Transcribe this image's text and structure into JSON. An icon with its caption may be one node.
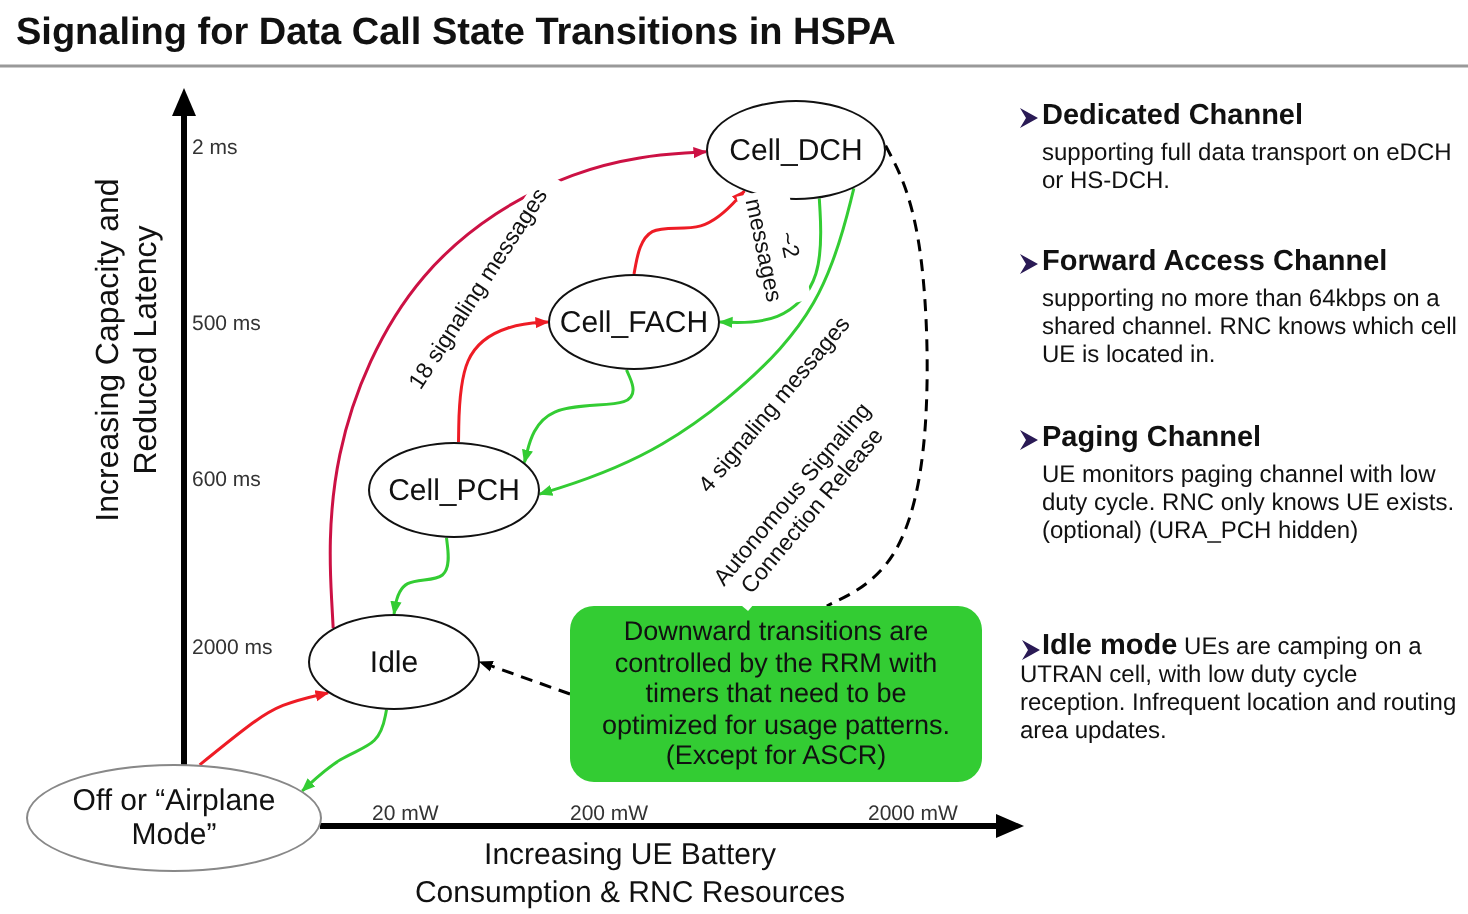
{
  "diagram": {
    "title": "Signaling for Data Call State Transitions in HSPA",
    "nodes": [
      {
        "text": [
          "Cell_DCH"
        ]
      },
      {
        "text": [
          "Cell_FACH"
        ]
      },
      {
        "text": [
          "Cell_PCH"
        ]
      },
      {
        "text": [
          "Idle"
        ]
      },
      {
        "text": [
          "Off or “Airplane Mode”"
        ]
      },
      {
        "text": [
          "Downward transitions are controlled by the RRM with timers that need to be optimized for usage patterns. (Except for ASCR)"
        ]
      }
    ],
    "edges": [
      {
        "from": 4,
        "to": 3,
        "arrow": "to",
        "color": "#ee1c25"
      },
      {
        "from": 3,
        "to": 4,
        "arrow": "to"
      },
      {
        "from": 3,
        "to": 0,
        "arrow": "to",
        "label": "18 signaling messages",
        "color": "#cc1144"
      },
      {
        "from": 2,
        "to": 3,
        "arrow": "to"
      },
      {
        "from": 2,
        "to": 1,
        "arrow": "to",
        "color": "#ee1c25"
      },
      {
        "from": 1,
        "to": 2,
        "arrow": "to"
      },
      {
        "from": 1,
        "to": 0,
        "arrow": "to",
        "color": "#ee1c25"
      },
      {
        "from": 0,
        "to": 1,
        "arrow": "to",
        "label": "~2 messages"
      },
      {
        "from": 0,
        "to": 2,
        "arrow": "to",
        "label": "4 signaling messages"
      },
      {
        "from": 0,
        "to": 5,
        "arrow": "none",
        "label": "Autonomous Signaling Connection Release",
        "style": "dashed",
        "color": "#000000"
      },
      {
        "from": 5,
        "to": 3,
        "arrow": "to",
        "style": "dashed",
        "color": "#000000"
      }
    ],
    "labels": [
      "2 ms",
      "500 ms",
      "600 ms",
      "2000 ms",
      "Increasing Capacity and Reduced Latency",
      "20 mW",
      "200 mW",
      "2000 mW",
      "Increasing UE Battery Consumption & RNC Resources",
      "Dedicated Channel",
      "supporting full data transport on eDCH or HS-DCH.",
      "Forward Access Channel",
      "supporting no more than 64kbps on a shared channel. RNC knows which cell UE is located in.",
      "Paging Channel",
      "UE monitors paging channel with low duty cycle. RNC only knows UE exists. (optional) (URA_PCH hidden)",
      "**Idle mode** UEs are camping on a UTRAN cell, with low duty cycle reception. Infrequent location and routing area updates."
    ]
  }
}
